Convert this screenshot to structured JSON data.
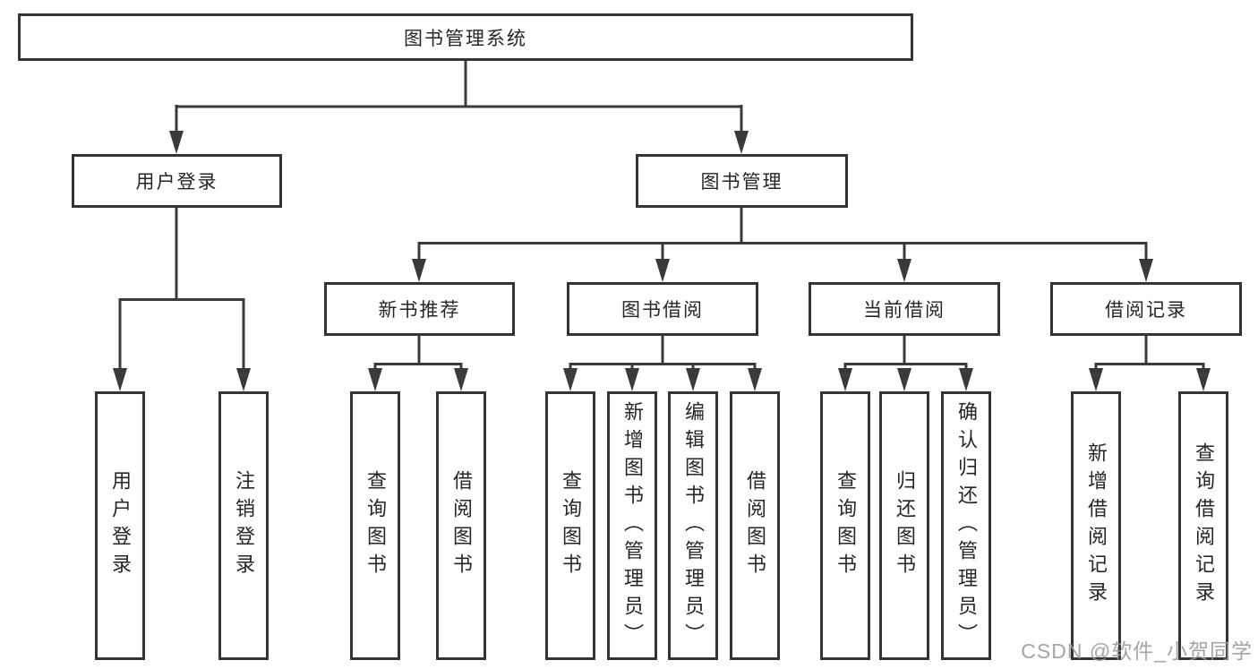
{
  "tree": {
    "root": {
      "label": "图书管理系统"
    },
    "children": [
      {
        "label": "用户登录",
        "children": [
          {
            "label": "用户登录"
          },
          {
            "label": "注销登录"
          }
        ]
      },
      {
        "label": "图书管理",
        "children": [
          {
            "label": "新书推荐",
            "children": [
              {
                "label": "查询图书"
              },
              {
                "label": "借阅图书"
              }
            ]
          },
          {
            "label": "图书借阅",
            "children": [
              {
                "label": "查询图书"
              },
              {
                "label": "新增图书（管理员）"
              },
              {
                "label": "编辑图书（管理员）"
              },
              {
                "label": "借阅图书"
              }
            ]
          },
          {
            "label": "当前借阅",
            "children": [
              {
                "label": "查询图书"
              },
              {
                "label": "归还图书"
              },
              {
                "label": "确认归还（管理员）"
              }
            ]
          },
          {
            "label": "借阅记录",
            "children": [
              {
                "label": "新增借阅记录"
              },
              {
                "label": "查询借阅记录"
              }
            ]
          }
        ]
      }
    ]
  },
  "watermark": {
    "text": "CSDN @软件_小贺同学"
  },
  "colors": {
    "line": "#3a3a3a",
    "box_border": "#343434",
    "text": "#262626",
    "background": "#ffffff",
    "watermark": "#9c9c9c"
  }
}
